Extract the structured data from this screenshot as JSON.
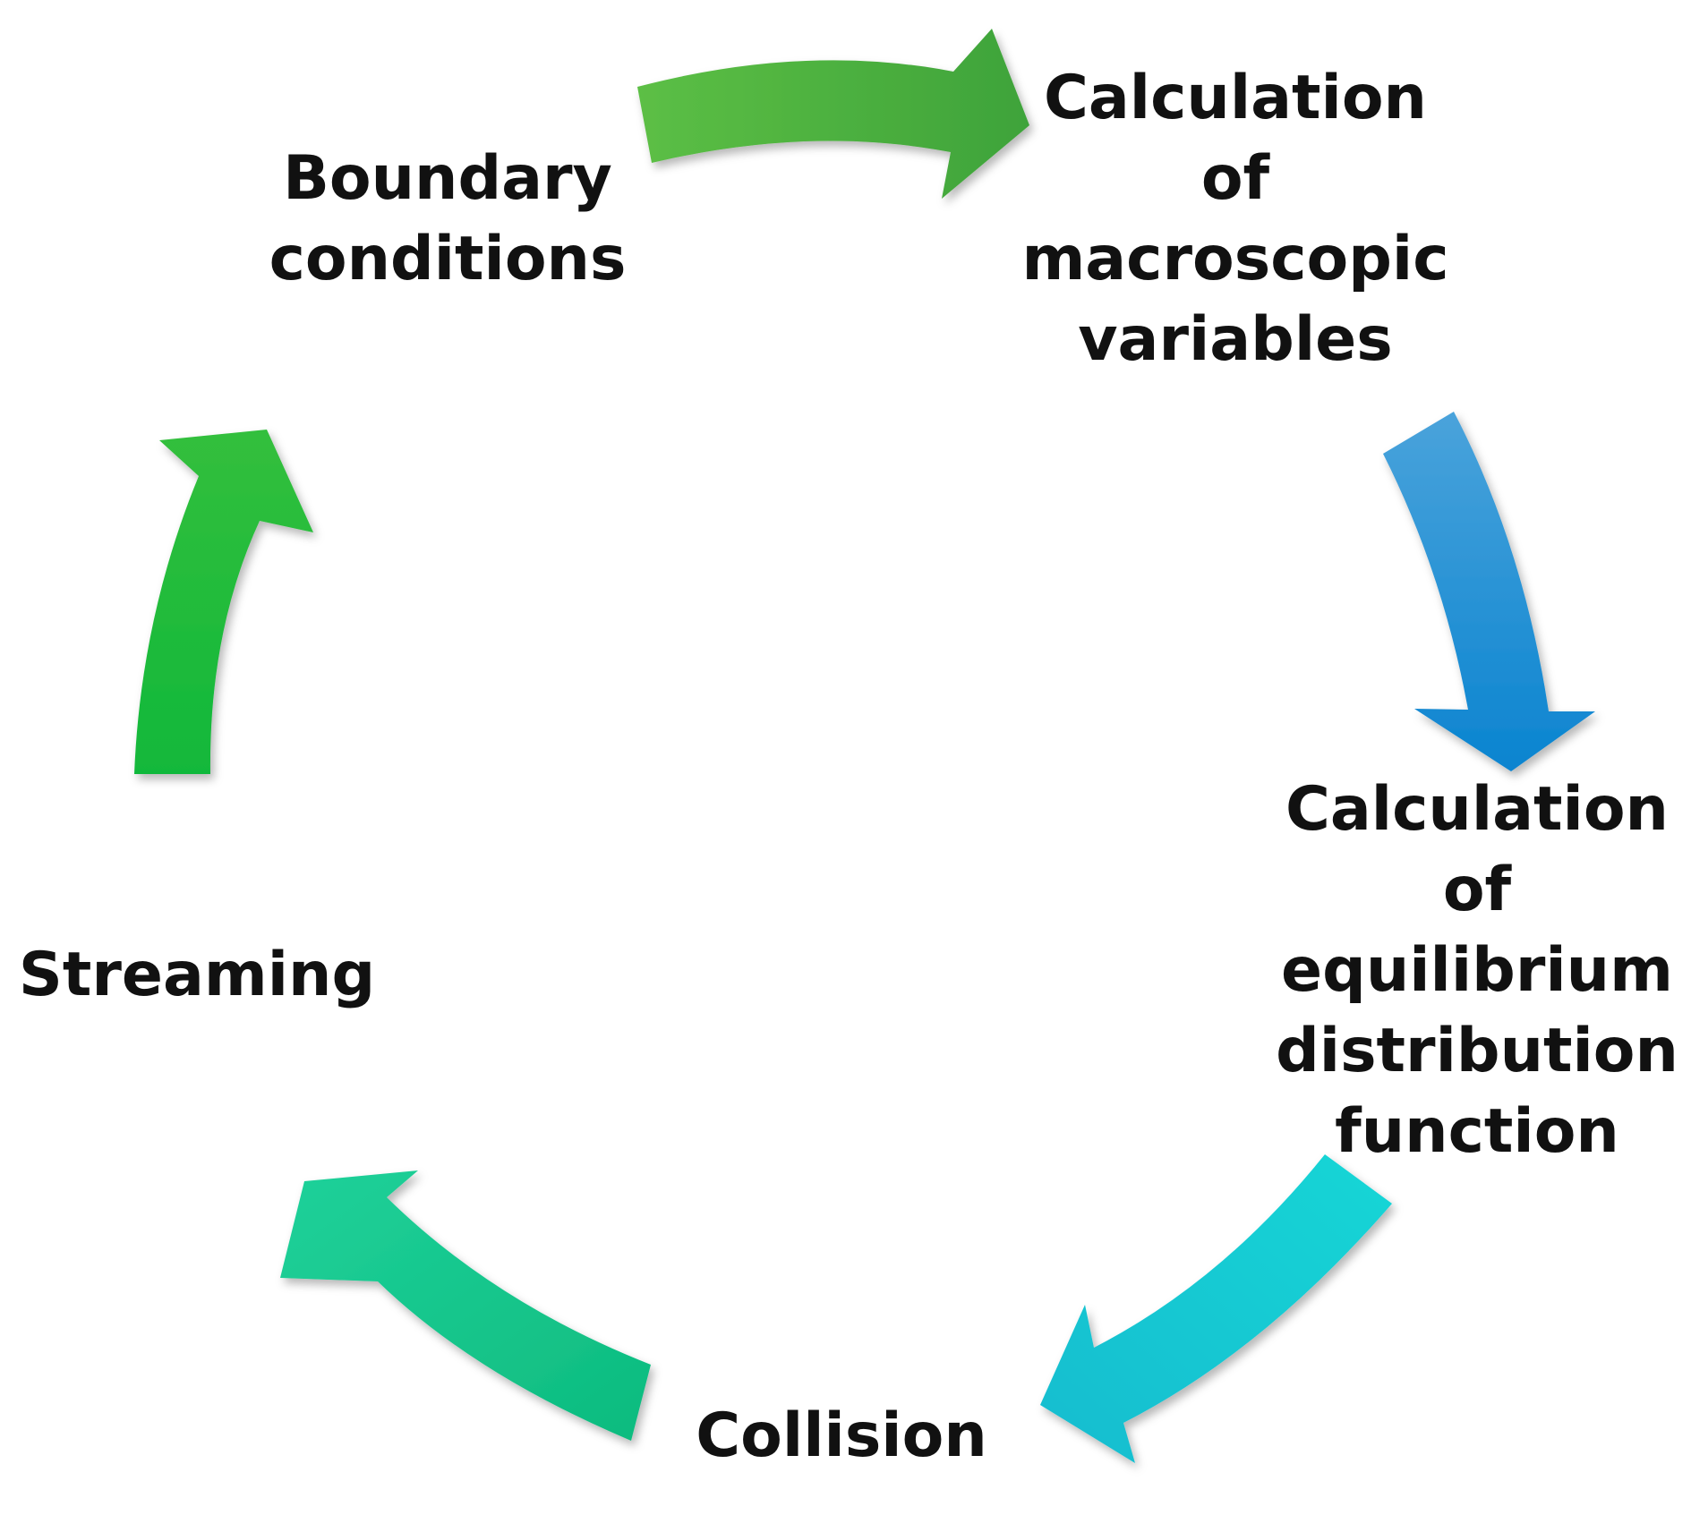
{
  "steps": [
    {
      "id": "boundary",
      "lines": [
        "Boundary",
        "conditions"
      ]
    },
    {
      "id": "macro",
      "lines": [
        "Calculation",
        "of",
        "macroscopic",
        "variables"
      ]
    },
    {
      "id": "equilib",
      "lines": [
        "Calculation",
        "of",
        "equilibrium",
        "distribution",
        "function"
      ]
    },
    {
      "id": "collision",
      "lines": [
        "Collision"
      ]
    },
    {
      "id": "streaming",
      "lines": [
        "Streaming"
      ]
    }
  ],
  "arrows": [
    {
      "name": "arrow-boundary-to-macro",
      "from": "boundary",
      "to": "macro",
      "color_start": "#5cbf45",
      "color_end": "#3ea33a"
    },
    {
      "name": "arrow-macro-to-equilib",
      "from": "macro",
      "to": "equilib",
      "color_start": "#4aa3db",
      "color_end": "#0a84d0"
    },
    {
      "name": "arrow-equilib-to-collision",
      "from": "equilib",
      "to": "collision",
      "color_start": "#12d6d6",
      "color_end": "#19bccf"
    },
    {
      "name": "arrow-collision-to-streaming",
      "from": "collision",
      "to": "streaming",
      "color_start": "#0dbb7e",
      "color_end": "#1fd19a"
    },
    {
      "name": "arrow-streaming-to-boundary",
      "from": "streaming",
      "to": "boundary",
      "color_start": "#11b83a",
      "color_end": "#33bf3c"
    }
  ]
}
